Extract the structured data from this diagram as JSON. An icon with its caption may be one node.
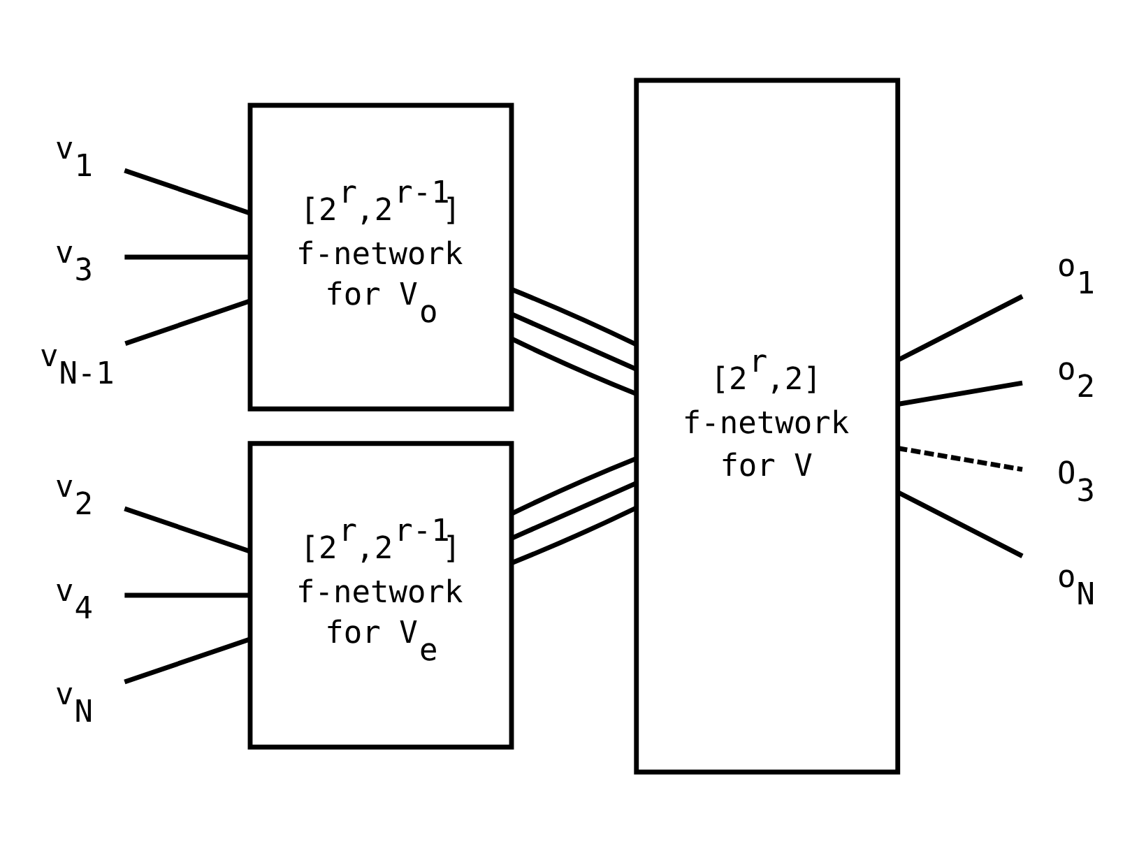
{
  "diagram": {
    "nodes": [
      {
        "text": [
          "v$_{1}$"
        ]
      },
      {
        "text": [
          "v$_{3}$"
        ]
      },
      {
        "text": [
          "v$_{N-1}$"
        ]
      },
      {
        "text": [
          "[2$^{r}$,2$^{r-1}$]",
          "f-network",
          "for V$_{o}$"
        ]
      },
      {
        "text": [
          "[2$^{r}$,2]",
          "f-network",
          "for V"
        ]
      },
      {
        "text": [
          "o$_{1}$"
        ]
      },
      {
        "text": [
          "o$_{2}$"
        ]
      },
      {
        "text": [
          "O$_{3}$"
        ]
      },
      {
        "text": [
          "v$_{2}$"
        ]
      },
      {
        "text": [
          "v$_{4}$"
        ]
      },
      {
        "text": [
          "v$_{N}$"
        ]
      },
      {
        "text": [
          "[2$^{r}$,2$^{r-1}$]",
          "f-network",
          "for V$_{e}$"
        ]
      },
      {
        "text": [
          "o$_{N}$"
        ]
      }
    ],
    "edges": [
      {
        "from": 0,
        "to": 3,
        "arrow": "none"
      },
      {
        "from": 1,
        "to": 3,
        "arrow": "none"
      },
      {
        "from": 2,
        "to": 3,
        "arrow": "none"
      },
      {
        "from": 3,
        "to": 4,
        "arrow": "none"
      },
      {
        "from": 3,
        "to": 4,
        "arrow": "none"
      },
      {
        "from": 3,
        "to": 4,
        "arrow": "none"
      },
      {
        "from": 8,
        "to": 11,
        "arrow": "none"
      },
      {
        "from": 9,
        "to": 11,
        "arrow": "none"
      },
      {
        "from": 10,
        "to": 11,
        "arrow": "none"
      },
      {
        "from": 11,
        "to": 4,
        "arrow": "none"
      },
      {
        "from": 11,
        "to": 4,
        "arrow": "none"
      },
      {
        "from": 11,
        "to": 4,
        "arrow": "none"
      },
      {
        "from": 4,
        "to": 5,
        "arrow": "none"
      },
      {
        "from": 4,
        "to": 6,
        "arrow": "none"
      },
      {
        "from": 4,
        "to": 7,
        "arrow": "none",
        "style": "dashed"
      },
      {
        "from": 4,
        "to": 12,
        "arrow": "none"
      }
    ]
  }
}
